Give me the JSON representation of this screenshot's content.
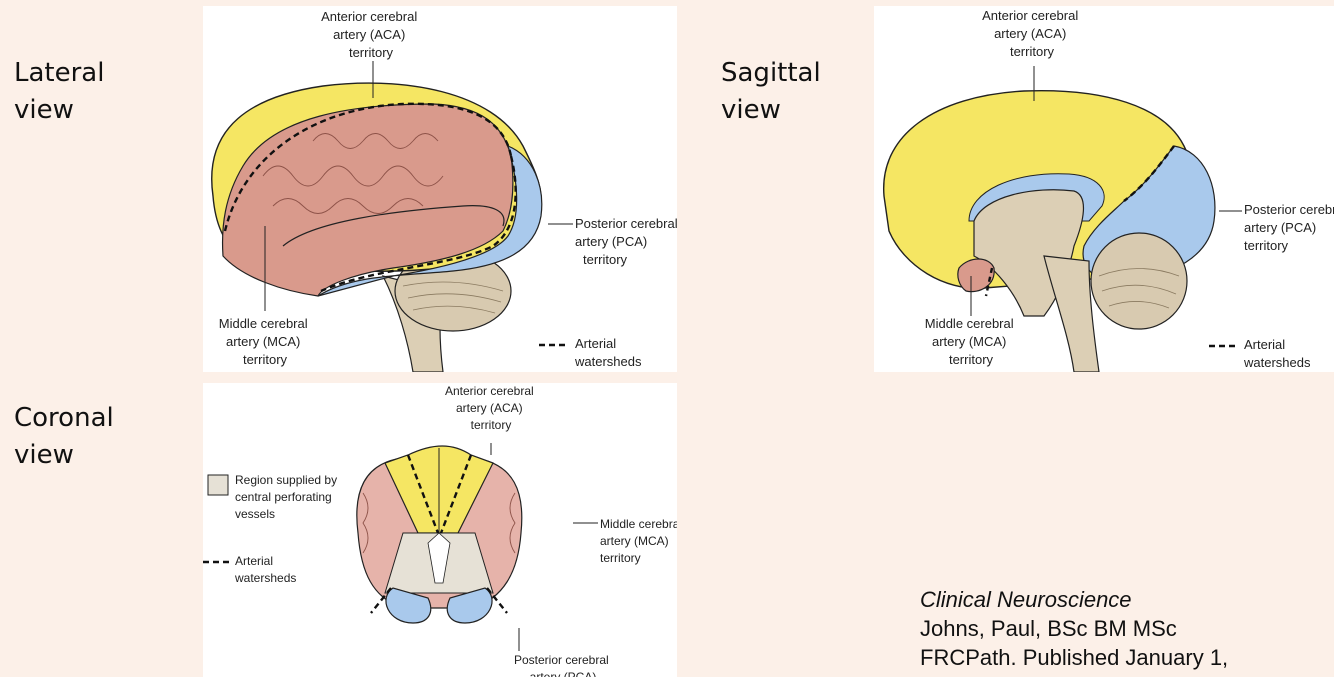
{
  "views": {
    "lateral": "Lateral\nview",
    "sagittal": "Sagittal\nview",
    "coronal": "Coronal\nview"
  },
  "labels": {
    "aca": [
      "Anterior cerebral",
      "artery (ACA)",
      "territory"
    ],
    "mca": [
      "Middle cerebral",
      "artery (MCA)",
      "territory"
    ],
    "pca": [
      "Posterior cerebral",
      "artery (PCA)",
      "territory"
    ],
    "pca_sagittal": [
      "Posterior cerebr",
      "artery (PCA)",
      "territory"
    ],
    "watershed": [
      "Arterial",
      "watersheds"
    ],
    "central": [
      "Region supplied by",
      "central perforating",
      "vessels"
    ]
  },
  "citation": {
    "book": "Clinical Neuroscience",
    "line1": "Johns, Paul, BSc BM MSc",
    "line2": "FRCPath. Published January 1,"
  },
  "colors": {
    "aca": "#f5e663",
    "mca": "#d99a8c",
    "pca": "#a9c9ec",
    "central": "#e6e1d6",
    "brainstem": "#dccfb5",
    "cerebellum": "#d8cab0"
  }
}
